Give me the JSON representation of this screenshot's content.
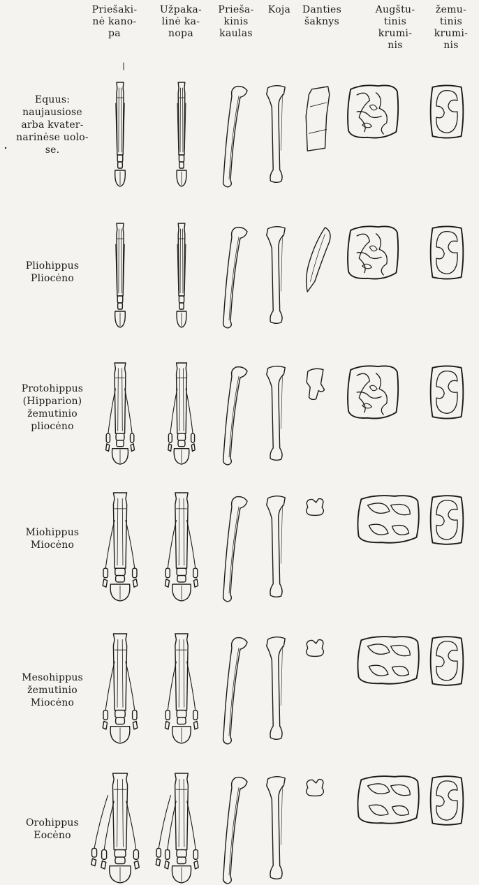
{
  "columns": [
    {
      "key": "front-foot",
      "lines": [
        "Priešaki-",
        "nė kano-",
        "pa"
      ]
    },
    {
      "key": "hind-foot",
      "lines": [
        "Užpaka-",
        "linė ka-",
        "nopa"
      ]
    },
    {
      "key": "forearm",
      "lines": [
        "Prieša-",
        "kinis",
        "kaulas"
      ]
    },
    {
      "key": "leg",
      "lines": [
        "Koja"
      ]
    },
    {
      "key": "tooth-root",
      "lines": [
        "Danties",
        "šaknys"
      ]
    },
    {
      "key": "upper-molar",
      "lines": [
        "Augštu-",
        "tinis",
        "krumi-",
        "nis"
      ]
    },
    {
      "key": "lower-molar",
      "lines": [
        "žemu-",
        "tinis",
        "krumi-",
        "nis"
      ]
    }
  ],
  "rows": [
    {
      "key": "equus",
      "lines": [
        "Equus:",
        "naujausiose",
        "arba kvater-",
        "narinėse uolo-",
        "se."
      ],
      "toes": 1
    },
    {
      "key": "pliohippus",
      "lines": [
        "Pliohippus",
        "Pliocėno"
      ],
      "toes": 1
    },
    {
      "key": "protohippus",
      "lines": [
        "Protohippus",
        "(Hipparion)",
        "žemutinio",
        "pliocėno"
      ],
      "toes": 3
    },
    {
      "key": "miohippus",
      "lines": [
        "Miohippus",
        "Miocėno"
      ],
      "toes": 3
    },
    {
      "key": "mesohippus",
      "lines": [
        "Mesohippus",
        "žemutinio",
        "Miocėno"
      ],
      "toes": 3
    },
    {
      "key": "orohippus",
      "lines": [
        "Orohippus",
        "Eocėno"
      ],
      "toes": 4
    }
  ],
  "ink_color": "#1b1b1b",
  "paper_color": "#f4f3ef"
}
